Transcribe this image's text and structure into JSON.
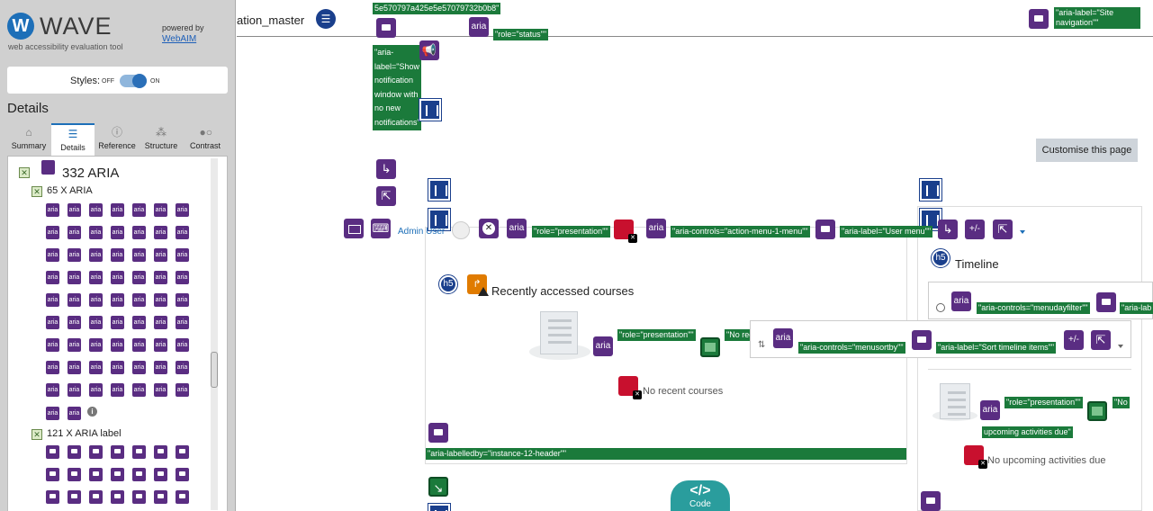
{
  "sidebar": {
    "logo_letter": "W",
    "logo_text": "WAVE",
    "logo_subtitle": "web accessibility evaluation tool",
    "powered_by": "powered by",
    "webaim_link": "WebAIM",
    "styles_label": "Styles:",
    "toggle_off": "OFF",
    "toggle_on": "ON",
    "details_title": "Details",
    "tabs": [
      {
        "label": "Summary",
        "icon": "home-icon"
      },
      {
        "label": "Details",
        "icon": "list-icon"
      },
      {
        "label": "Reference",
        "icon": "info-icon"
      },
      {
        "label": "Structure",
        "icon": "sitemap-icon"
      },
      {
        "label": "Contrast",
        "icon": "contrast-icon"
      }
    ],
    "groups": [
      {
        "count_label": "332 ARIA"
      },
      {
        "sub_label": "65 X ARIA",
        "item_text": "aria"
      },
      {
        "sub_label": "121 X ARIA label"
      }
    ]
  },
  "main": {
    "site_title": "ation_master",
    "tags": {
      "id_string": "5e570797a425e5e57079732b0b8\"",
      "role_status": "\"role=\"status\"\"",
      "aria_label_site_nav": "\"aria-label=\"Site navigation\"\"",
      "aria_label_notification": "\"aria-label=\"Show notification window with no new notifications\"\"",
      "role_presentation": "\"role=\"presentation\"\"",
      "aria_controls_action_menu": "\"aria-controls=\"action-menu-1-menu\"\"",
      "aria_label_user_menu": "\"aria-label=\"User menu\"\"",
      "no_recent_partial": "\"No recent c",
      "aria_controls_menusortby": "\"aria-controls=\"menusortby\"\"",
      "aria_label_sort_timeline": "\"aria-label=\"Sort timeline items\"\"",
      "aria_controls_menudayfilter": "\"aria-controls=\"menudayfilter\"\"",
      "aria_lab_partial": "\"aria-lab",
      "role_presentation_2": "\"role=\"presentation\"\"",
      "no_partial": "\"No",
      "upcoming_activities_due": "upcoming activities due\"",
      "aria_labelledby_instance": "\"aria-labelledby=\"instance-12-header\"\""
    },
    "aria_text": "aria",
    "h5_text": "h5",
    "plus_minus": "+/-",
    "customise_button": "Customise this page",
    "admin_user": "Admin User",
    "recently_accessed_heading": "Recently accessed courses",
    "no_recent_courses": "No recent courses",
    "timeline_heading": "Timeline",
    "no_upcoming": "No upcoming activities due",
    "code_tab_glyph": "</>",
    "code_tab_label": "Code"
  }
}
